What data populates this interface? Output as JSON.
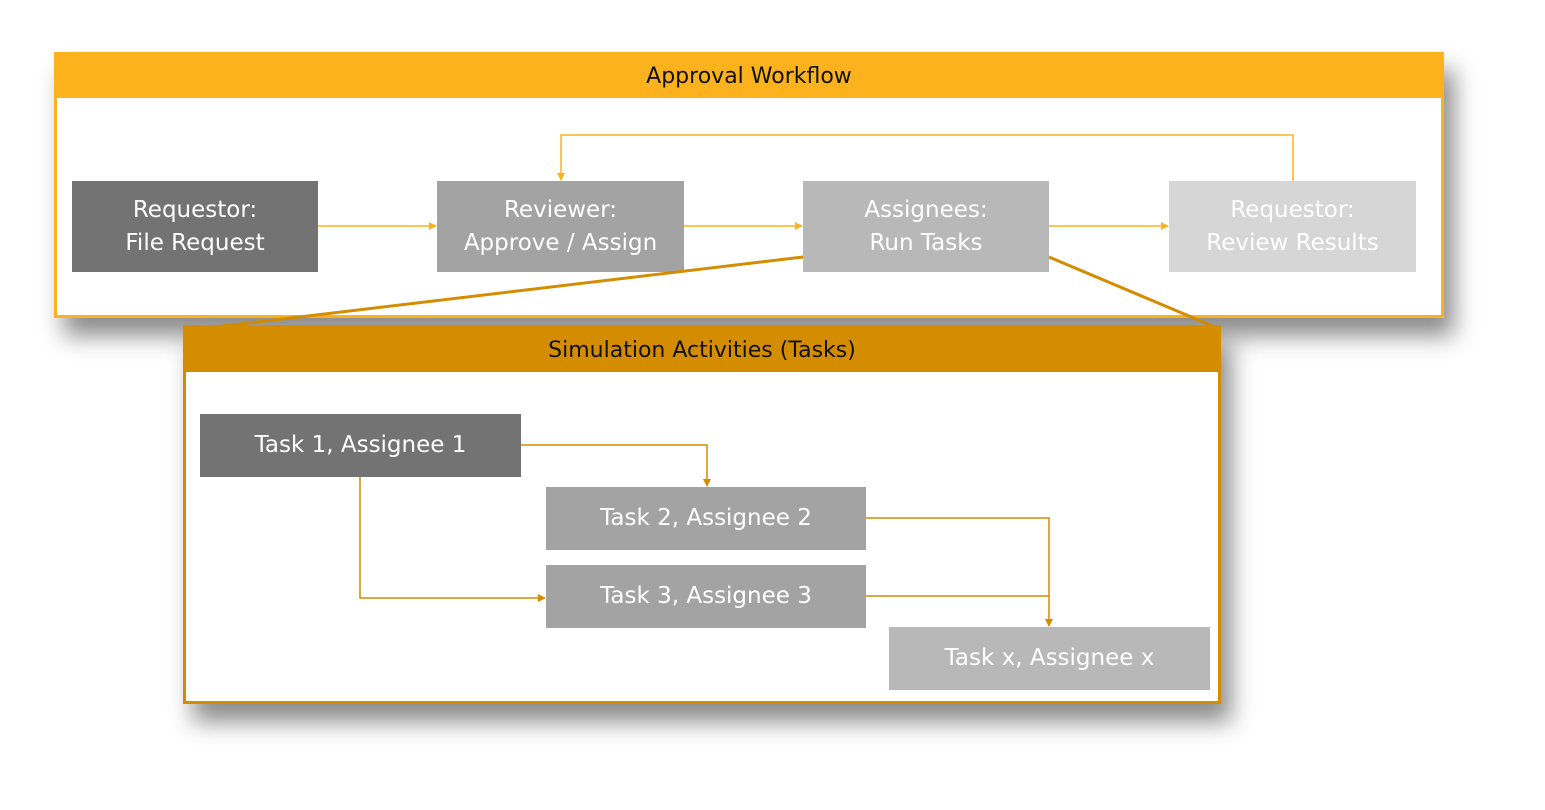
{
  "approval": {
    "title": "Approval Workflow",
    "steps": [
      {
        "line1": "Requestor:",
        "line2": "File Request"
      },
      {
        "line1": "Reviewer:",
        "line2": "Approve / Assign"
      },
      {
        "line1": "Assignees:",
        "line2": "Run Tasks"
      },
      {
        "line1": "Requestor:",
        "line2": "Review Results"
      }
    ]
  },
  "simulation": {
    "title": "Simulation Activities (Tasks)",
    "tasks": [
      {
        "label": "Task 1, Assignee 1"
      },
      {
        "label": "Task 2, Assignee 2"
      },
      {
        "label": "Task 3, Assignee 3"
      },
      {
        "label": "Task x, Assignee x"
      }
    ]
  },
  "colors": {
    "approval_accent": "#fbb21c",
    "simulation_accent": "#d48c00",
    "step_dark": "#737373",
    "step_mid": "#a3a3a3",
    "step_light": "#b8b8b8",
    "step_lightest": "#d6d6d6"
  }
}
